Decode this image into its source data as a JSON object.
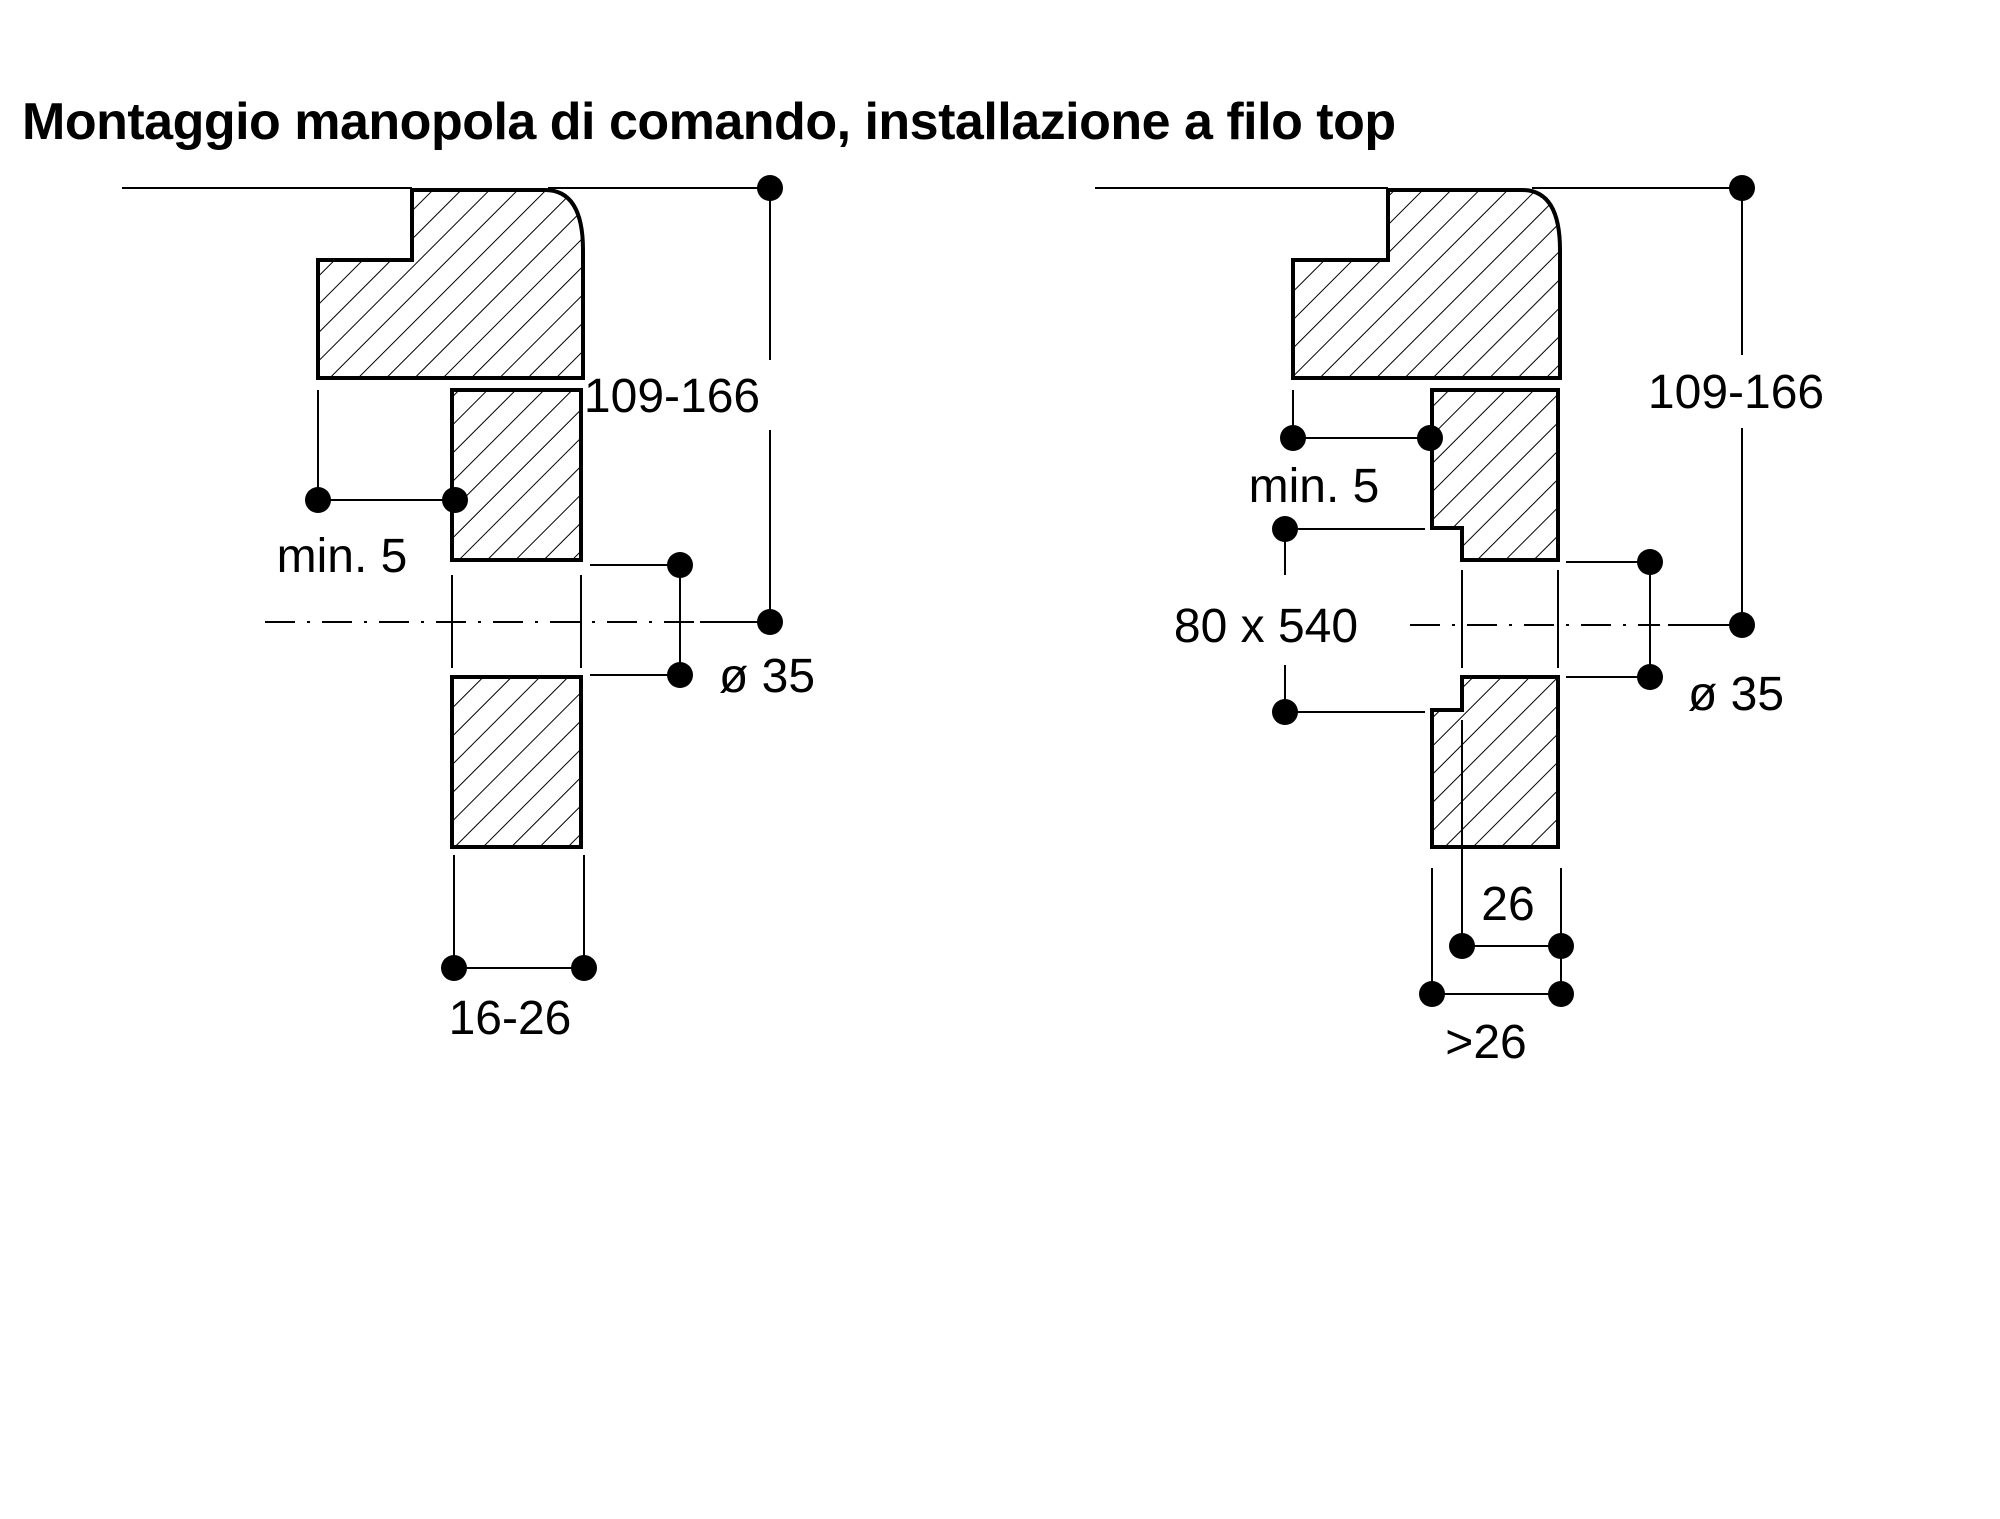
{
  "title": "Montaggio manopola di comando, installazione a filo top",
  "left_view": {
    "height_label": "109-166",
    "min_label": "min. 5",
    "diameter_label": "ø 35",
    "thickness_label": "16-26"
  },
  "right_view": {
    "height_label": "109-166",
    "min_label": "min. 5",
    "cutout_label": "80 x 540",
    "diameter_label": "ø 35",
    "inner_label": "26",
    "outer_label": ">26"
  }
}
